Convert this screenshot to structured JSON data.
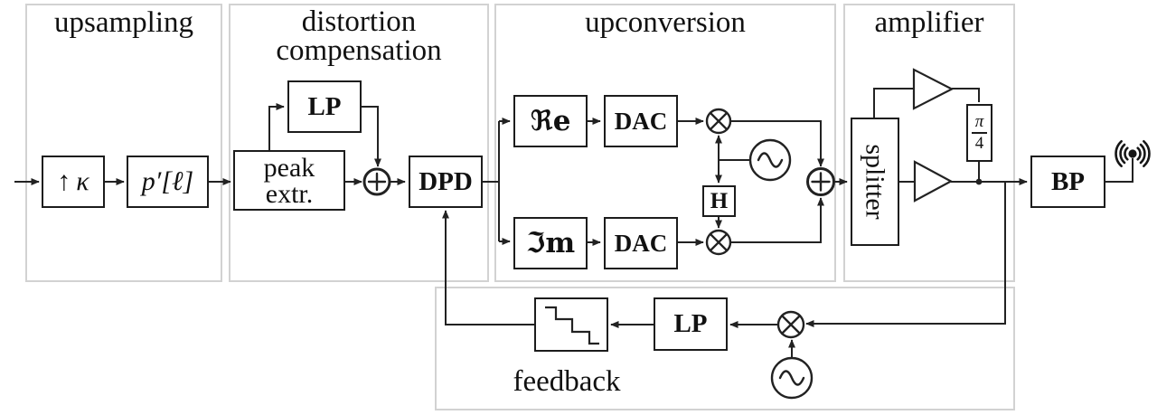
{
  "diagram": {
    "sections": {
      "upsampling": {
        "title": "upsampling"
      },
      "distortion": {
        "line1": "distortion",
        "line2": "compensation"
      },
      "upconversion": {
        "title": "upconversion"
      },
      "amplifier": {
        "title": "amplifier"
      },
      "feedback": {
        "title": "feedback"
      }
    },
    "blocks": {
      "upsampler_arrow": "↑",
      "upsampler_symbol": "κ",
      "pulse_shaping": "p′[ℓ]",
      "peak_line1": "peak",
      "peak_line2": "extr.",
      "lp_peak": "LP",
      "dpd": "DPD",
      "re": "ℜe",
      "im": "ℑm",
      "dac_i": "DAC",
      "dac_q": "DAC",
      "hilbert": "H",
      "phase_num": "π",
      "phase_den": "4",
      "splitter": "splitter",
      "bandpass": "BP",
      "lp_feedback": "LP"
    },
    "symbols": {
      "mixer": "circle-with-x",
      "adder": "circle-with-plus",
      "oscillator": "circle-with-sine",
      "power_amplifier": "triangle-right",
      "quantizer": "staircase",
      "antenna": "dot-with-radiating-arcs"
    },
    "colors": {
      "line": "#222222",
      "panel_border": "#d2d2d2",
      "background": "#ffffff"
    }
  }
}
